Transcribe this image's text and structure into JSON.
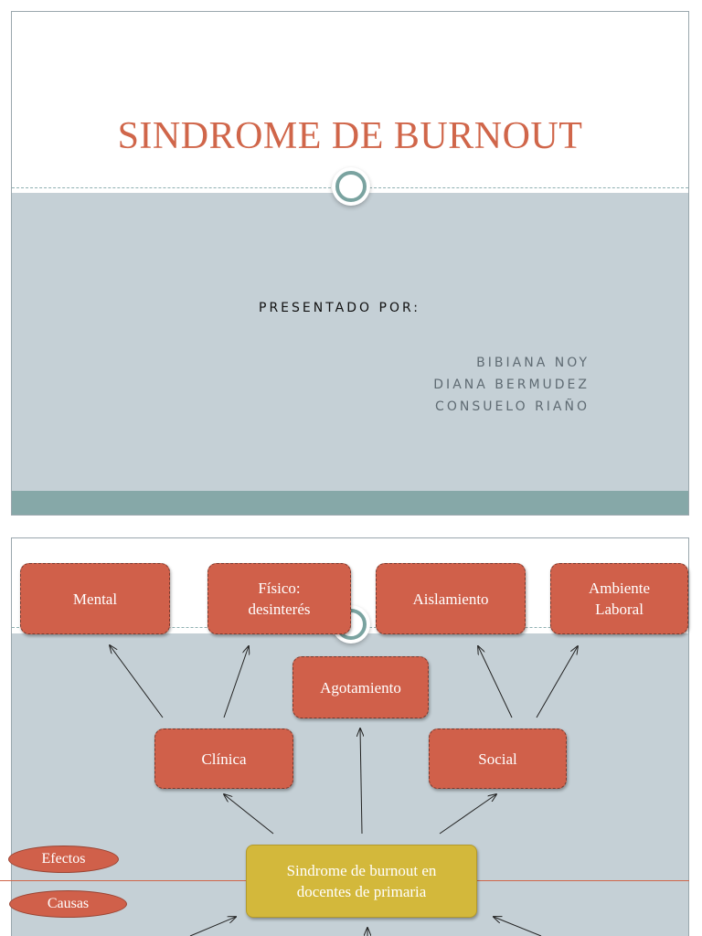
{
  "slide1": {
    "title": "SINDROME DE BURNOUT",
    "presented_by": "PRESENTADO POR:",
    "authors": [
      "BIBIANA NOY",
      "DIANA BERMUDEZ",
      "CONSUELO RIAÑO"
    ]
  },
  "slide2": {
    "nodes": {
      "mental": "Mental",
      "fisico": "Físico:\ndesinterés",
      "aislamiento": "Aislamiento",
      "ambiente": "Ambiente\nLaboral",
      "agotamiento": "Agotamiento",
      "clinica": "Clínica",
      "social": "Social",
      "core": "Sindrome de burnout en\ndocentes de primaria"
    },
    "legend": {
      "efectos": "Efectos",
      "causas": "Causas"
    }
  },
  "colors": {
    "accent": "#d0664a",
    "node_fill": "#d0604a",
    "core_fill": "#d3b83b",
    "slate": "#c5d0d6",
    "teal_band": "#86a8a8"
  }
}
